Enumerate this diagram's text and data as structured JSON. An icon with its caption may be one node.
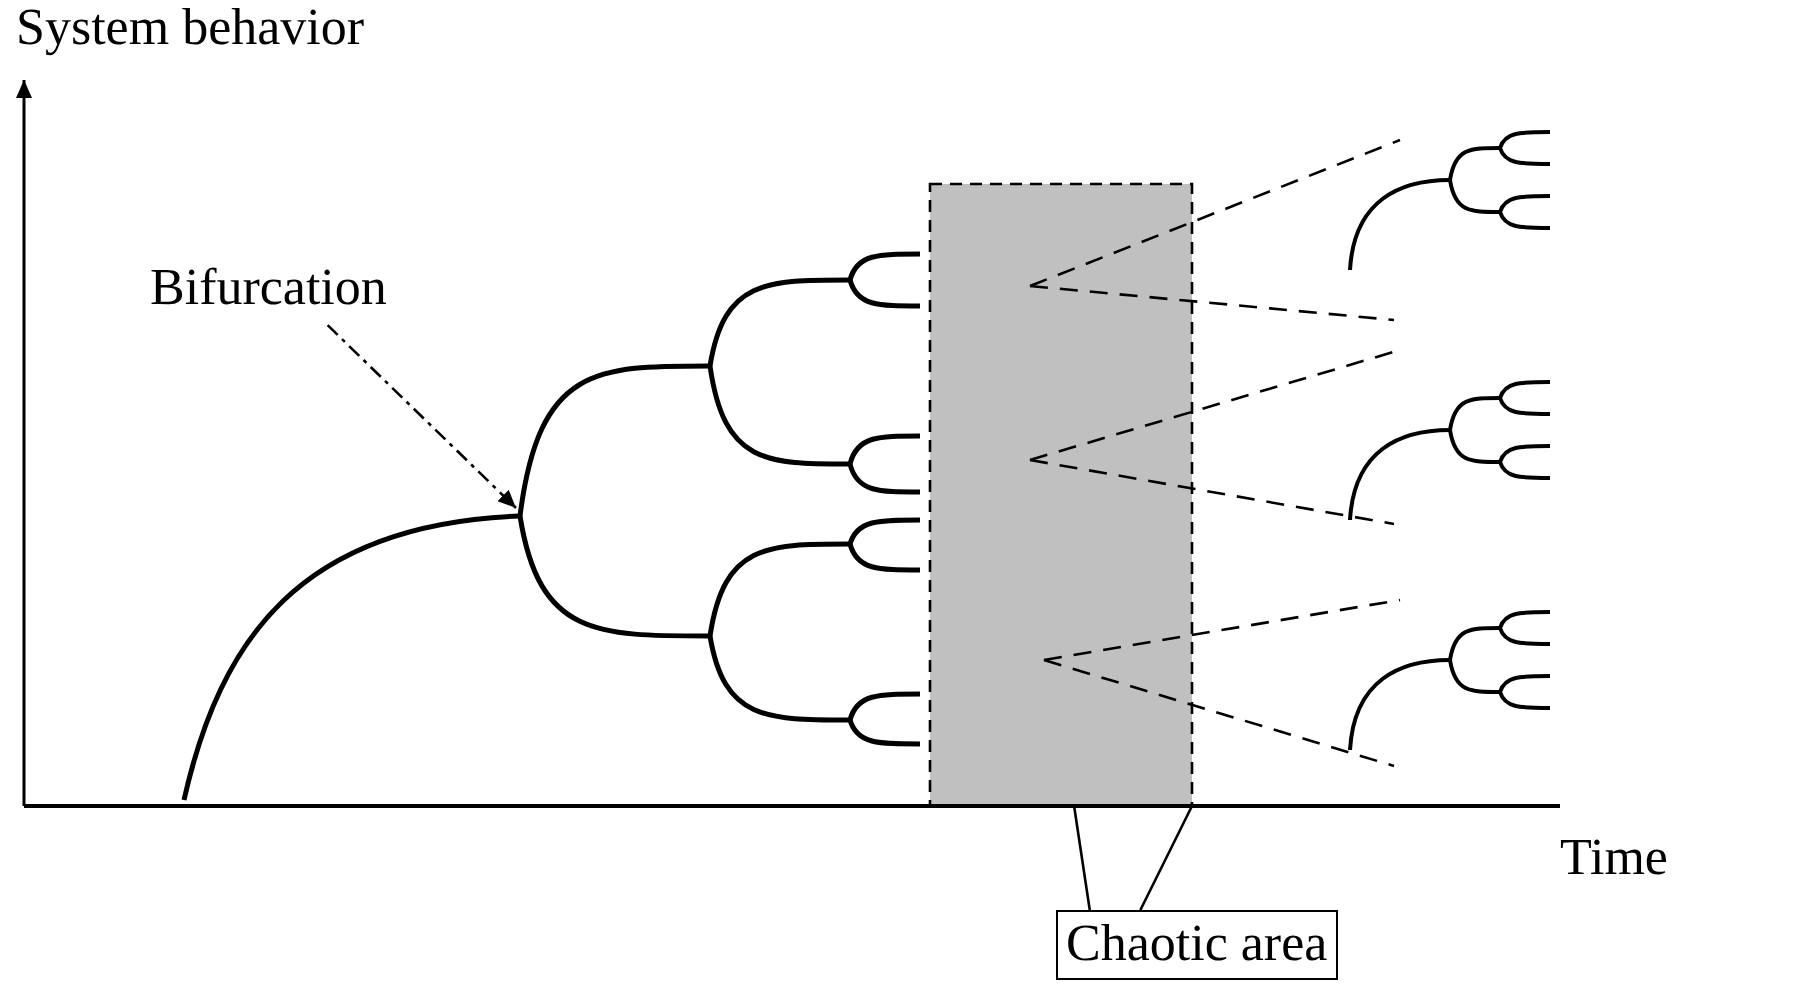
{
  "diagram": {
    "nodes": [
      {
        "text": [
          "Bifurcation"
        ]
      },
      {
        "text": [
          "Chaotic area"
        ]
      },
      {
        "text": [],
        "shape": "box"
      }
    ],
    "edges": [
      {
        "from": 0,
        "to": null,
        "arrow": "to",
        "style": "dashed"
      },
      {
        "from": 1,
        "to": 2,
        "arrow": "none"
      }
    ],
    "labels": [
      "System behavior",
      "Time"
    ]
  }
}
